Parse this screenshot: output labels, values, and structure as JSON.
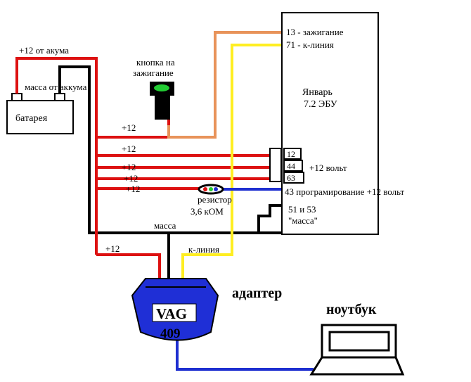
{
  "colors": {
    "plus12": "#dd1111",
    "ground": "#000000",
    "ignition": "#e8935a",
    "kline": "#ffee22",
    "prog": "#1e2fd0",
    "adapter": "#1f2fd6",
    "button_led": "#22cc33"
  },
  "icons": {
    "battery": "battery-icon",
    "ignition_button": "push-button-icon",
    "resistor": "resistor-icon",
    "adapter": "vag-adapter-icon",
    "laptop": "laptop-icon"
  },
  "battery": {
    "label": "батарея",
    "plus_label": "+12 от акума",
    "ground_label": "масса от аккума"
  },
  "button": {
    "label_line1": "кнопка на",
    "label_line2": "зажигание"
  },
  "ecu": {
    "title_line1": "Январь",
    "title_line2": "7.2 ЭБУ",
    "pin_ignition": "13 - зажигание",
    "pin_kline": "71 - к-линия",
    "pins_12v_note": "+12 вольт",
    "pin_prog": "43 програмирование +12 вольт",
    "pin_ground_line1": "51 и 53",
    "pin_ground_line2": "\"масса\"",
    "pin_boxes": [
      "12",
      "44",
      "63"
    ]
  },
  "wires": {
    "plus12_labels": [
      "+12",
      "+12",
      "+12",
      "+12",
      "+12",
      "+12"
    ],
    "ground_label": "масса",
    "kline_label": "к-линия"
  },
  "resistor": {
    "label_line1": "резистор",
    "label_line2": "3,6 кОМ"
  },
  "adapter": {
    "title": "адаптер",
    "model": "VAG",
    "number": "409"
  },
  "laptop": {
    "label": "ноутбук"
  }
}
